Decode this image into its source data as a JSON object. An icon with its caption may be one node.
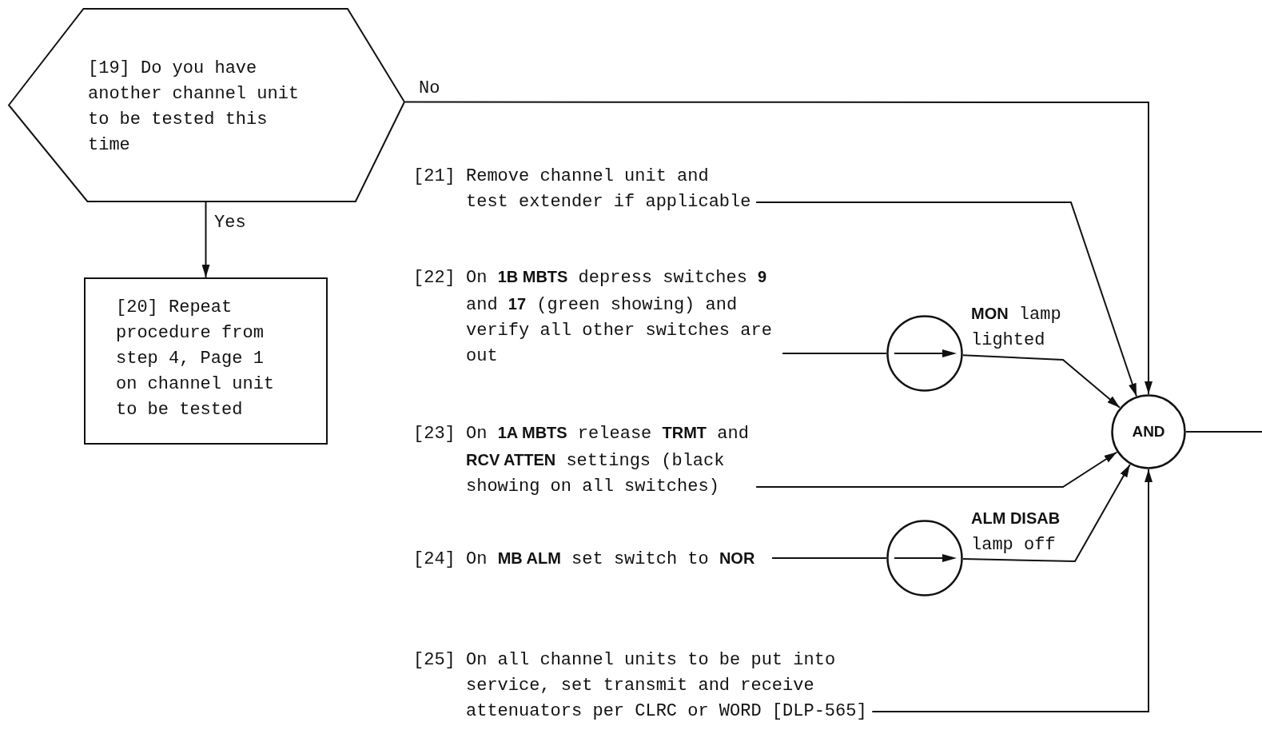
{
  "diagram": {
    "nodes": [
      {
        "text": [
          "[19] Do you have another channel unit to be tested this time"
        ]
      },
      {
        "text": [
          "[20] Repeat procedure from step 4, Page 1 on channel unit to be tested"
        ]
      },
      {
        "text": [
          "[21] Remove channel unit and test extender if applicable"
        ]
      },
      {
        "text": [
          "[22] On **1B MBTS** depress switches **9** and **17** (green showing) and verify all other switches are out"
        ]
      },
      {
        "text": [],
        "shape": "circle",
        "beside": [
          "**MON** lamp lighted"
        ]
      },
      {
        "text": [
          "[23] On **1A MBTS** release **TRMT** and **RCV ATTEN** settings (black showing on all switches)"
        ]
      },
      {
        "text": [
          "[24] On **MB ALM** set switch to **NOR**"
        ]
      },
      {
        "text": [],
        "shape": "circle",
        "beside": [
          "**ALM DISAB** lamp off"
        ]
      },
      {
        "text": [
          "[25] On all channel units to be put into service, set transmit and receive attenuators per CLRC or WORD [DLP-565]"
        ]
      },
      {
        "text": [
          "AND"
        ]
      }
    ],
    "edges": [
      {
        "from": 0,
        "to": 9,
        "arrow": "to",
        "label": "No"
      },
      {
        "from": 0,
        "to": 1,
        "arrow": "to",
        "label": "Yes"
      },
      {
        "from": 2,
        "to": 9,
        "arrow": "to"
      },
      {
        "from": 3,
        "to": 4,
        "arrow": "none"
      },
      {
        "from": 4,
        "to": 9,
        "arrow": "to"
      },
      {
        "from": 5,
        "to": 9,
        "arrow": "to"
      },
      {
        "from": 6,
        "to": 7,
        "arrow": "none"
      },
      {
        "from": 7,
        "to": 9,
        "arrow": "to"
      },
      {
        "from": 8,
        "to": 9,
        "arrow": "to"
      },
      {
        "from": 9,
        "to": null,
        "arrow": "none"
      }
    ]
  }
}
